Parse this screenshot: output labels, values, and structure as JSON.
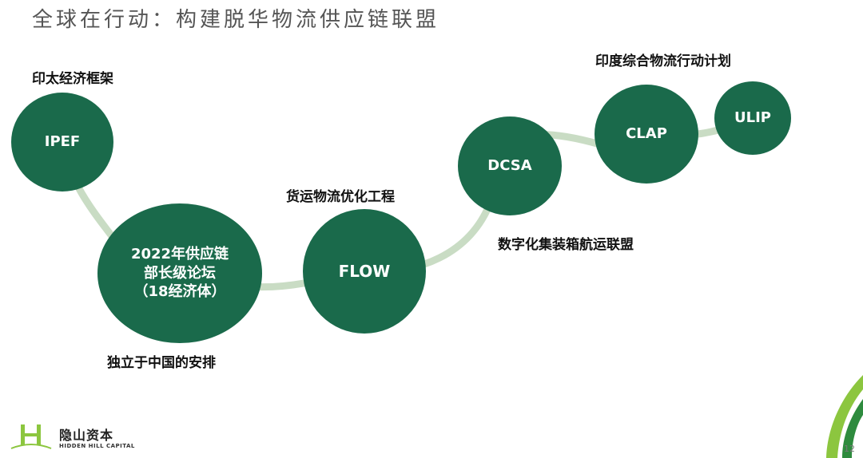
{
  "title": "全球在行动：构建脱华物流供应链联盟",
  "nodes": {
    "ipef": "IPEF",
    "forum_line1": "2022年供应链",
    "forum_line2": "部长级论坛",
    "forum_line3": "（18经济体）",
    "flow": "FLOW",
    "dcsa": "DCSA",
    "clap": "CLAP",
    "ulip": "ULIP"
  },
  "labels": {
    "ipef": "印太经济框架",
    "forum": "独立于中国的安排",
    "flow": "货运物流优化工程",
    "dcsa": "数字化集装箱航运联盟",
    "india": "印度综合物流行动计划"
  },
  "footer": {
    "logo_cn": "隐山资本",
    "logo_en": "HIDDEN HILL CAPITAL",
    "page_number": "12"
  },
  "colors": {
    "node_fill": "#1a6a4b",
    "connector": "#c9dcc4",
    "accent_green": "#8cc63f"
  }
}
